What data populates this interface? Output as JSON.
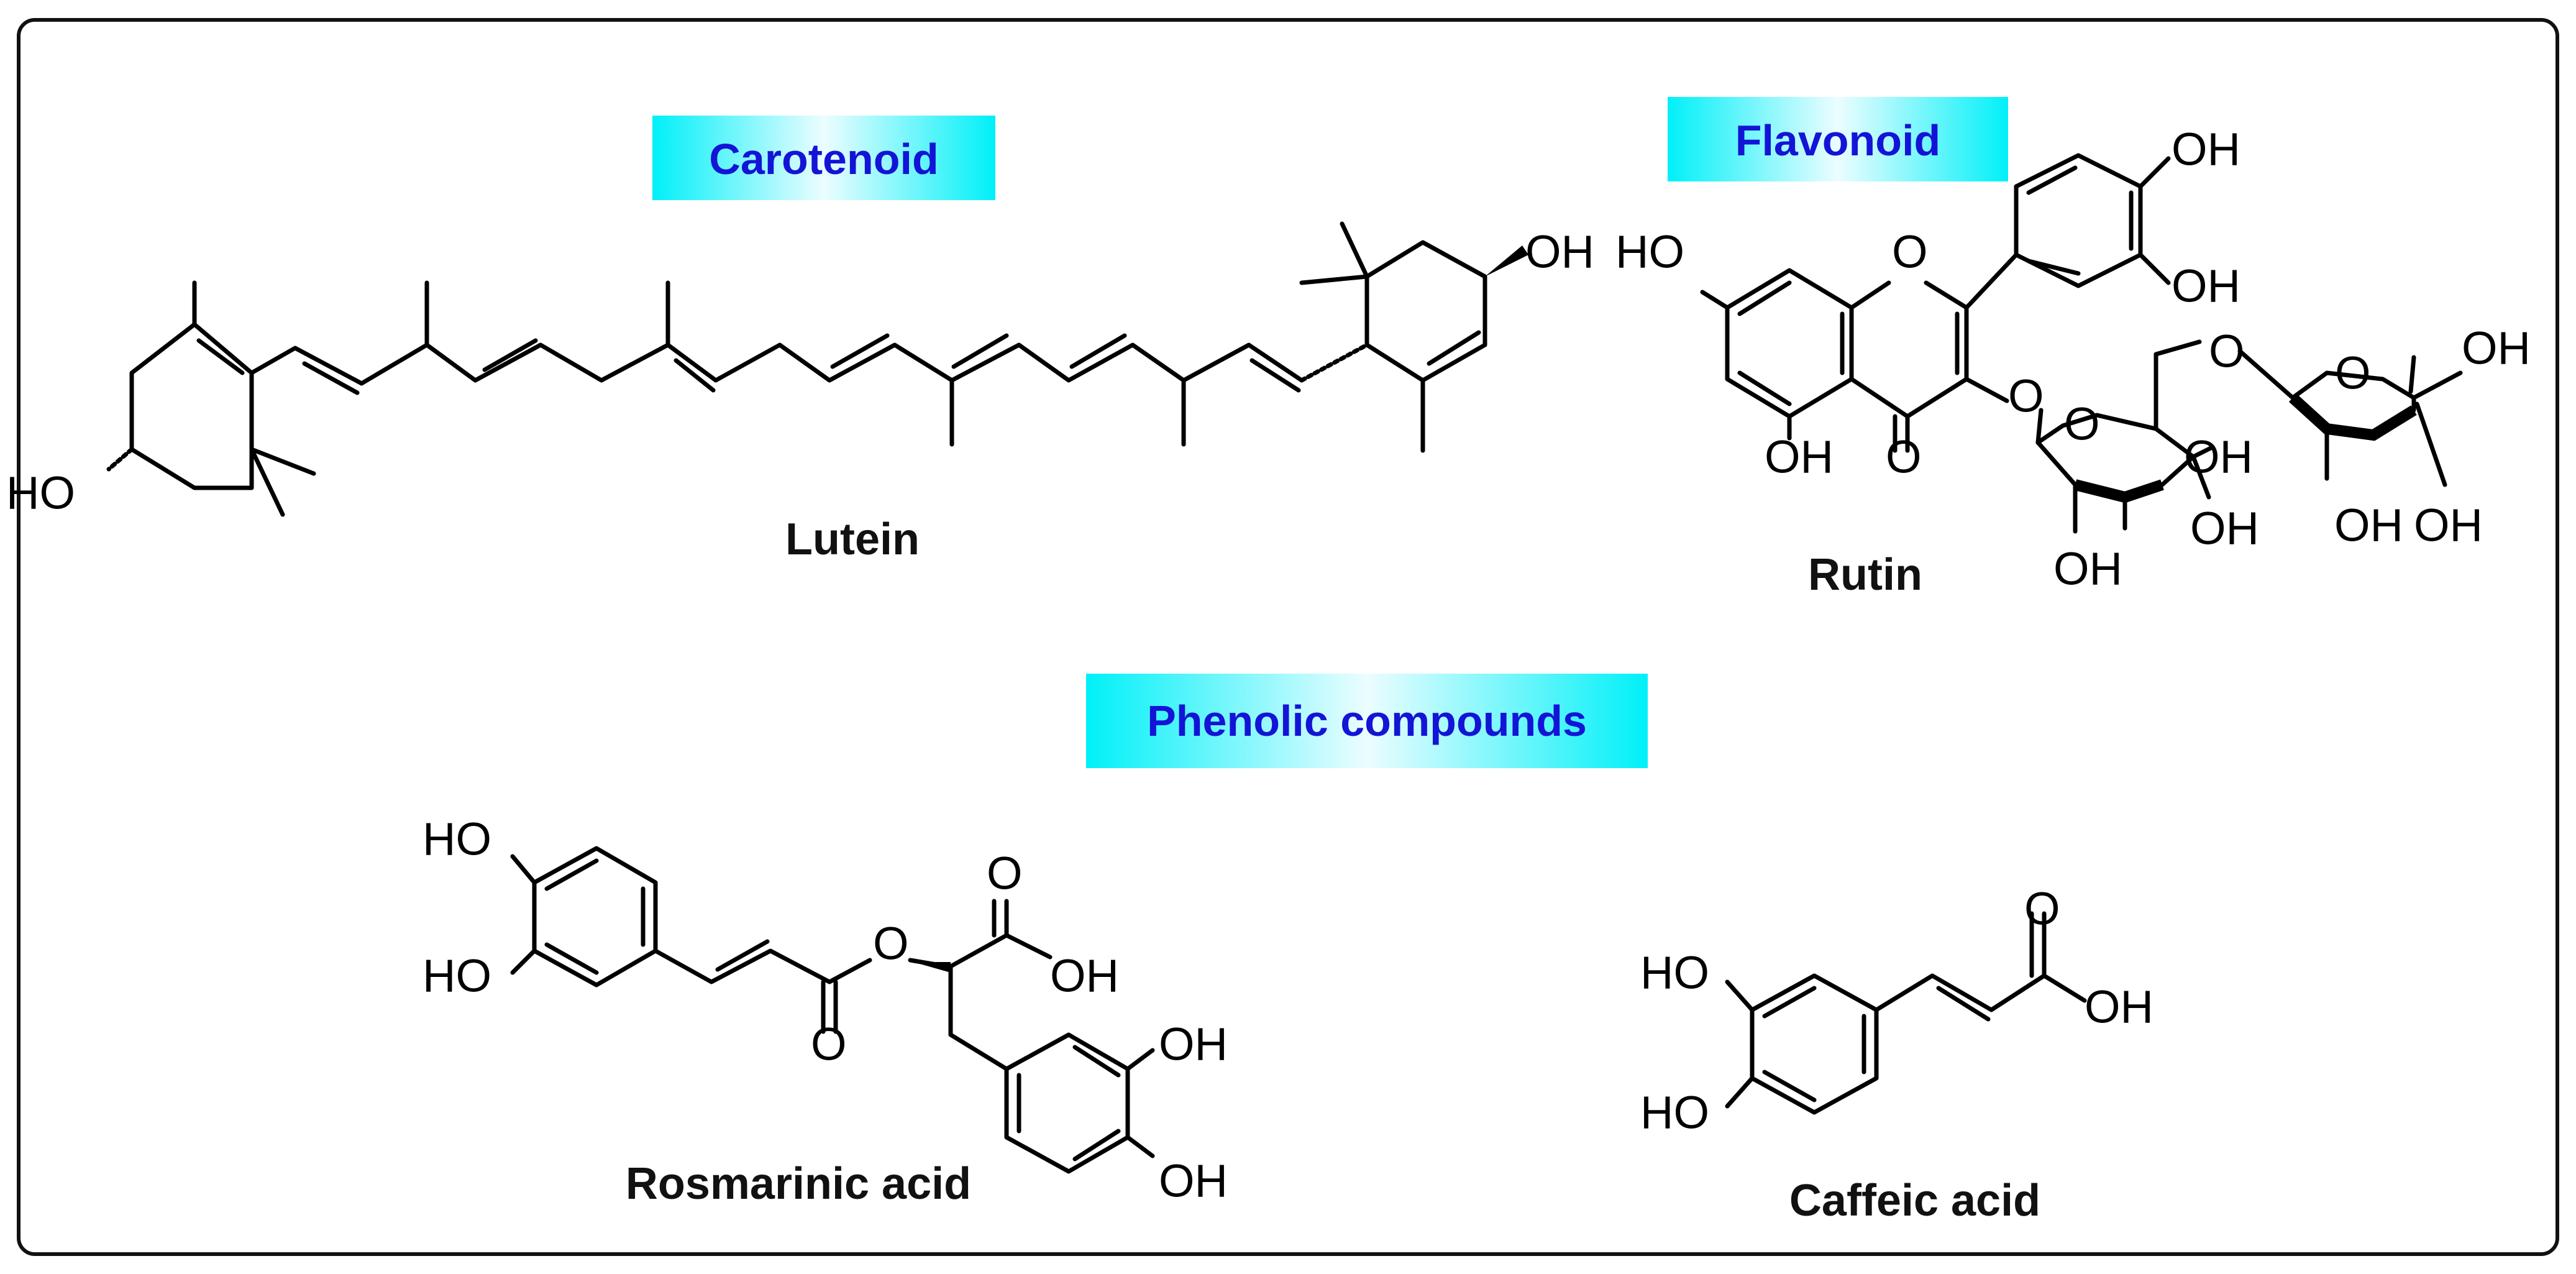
{
  "accent_colors": {
    "class_label_fill": "#00f0f8",
    "class_label_center": "#ecfdff",
    "class_label_text": "#1414d6",
    "frame": "#111111"
  },
  "class_labels": {
    "carotenoid": "Carotenoid",
    "flavonoid": "Flavonoid",
    "phenolic": "Phenolic compounds"
  },
  "compounds": {
    "lutein": {
      "name": "Lutein",
      "atoms": {
        "ho_left": "HO",
        "oh_right": "OH"
      }
    },
    "rutin": {
      "name": "Rutin",
      "atoms": {
        "ho_7": "HO",
        "o_ring": "O",
        "oh_3p": "OH",
        "oh_4p": "OH",
        "oh_5": "OH",
        "o_keto": "O",
        "o_glyc": "O",
        "o_glc_ring": "O",
        "o_link": "O",
        "o_rha_ring": "O",
        "oh_glc_4": "OH",
        "oh_glc_3": "OH",
        "oh_glc_2": "OH",
        "oh_rha_1": "OH",
        "oh_rha_2": "OH",
        "oh_rha_3": "OH"
      }
    },
    "rosmarinic": {
      "name": "Rosmarinic acid",
      "atoms": {
        "ho_1": "HO",
        "ho_2": "HO",
        "o_ester": "O",
        "o_carbonyl": "O",
        "o_acid": "O",
        "oh_acid": "OH",
        "oh_1": "OH",
        "oh_2": "OH"
      }
    },
    "caffeic": {
      "name": "Caffeic acid",
      "atoms": {
        "ho_1": "HO",
        "ho_2": "HO",
        "o_acid": "O",
        "oh_acid": "OH"
      }
    }
  }
}
